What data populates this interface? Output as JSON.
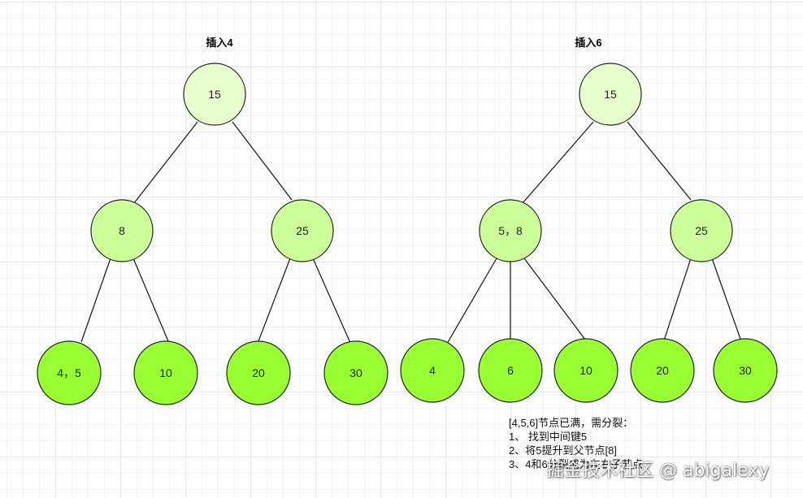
{
  "titles": {
    "left": "插入4",
    "right": "插入6"
  },
  "trees": {
    "left": {
      "root": "15",
      "level1": [
        "8",
        "25"
      ],
      "level2": [
        "4，5",
        "10",
        "20",
        "30"
      ]
    },
    "right": {
      "root": "15",
      "level1": [
        "5，8",
        "25"
      ],
      "level2": [
        "4",
        "6",
        "10",
        "20",
        "30"
      ]
    }
  },
  "note": {
    "lines": [
      "[4,5,6]节点已满，需分裂：",
      "1、 找到中间键5",
      "2、将5提升到父节点[8]",
      "3、4和6分裂成为左右子节点"
    ]
  },
  "watermark": "掘金技术社区 @ abigalexy",
  "colors": {
    "root_fill": "#e6ffcc",
    "level1_fill": "#ccff99",
    "level2_fill": "#99ff33",
    "stroke": "#222222"
  }
}
